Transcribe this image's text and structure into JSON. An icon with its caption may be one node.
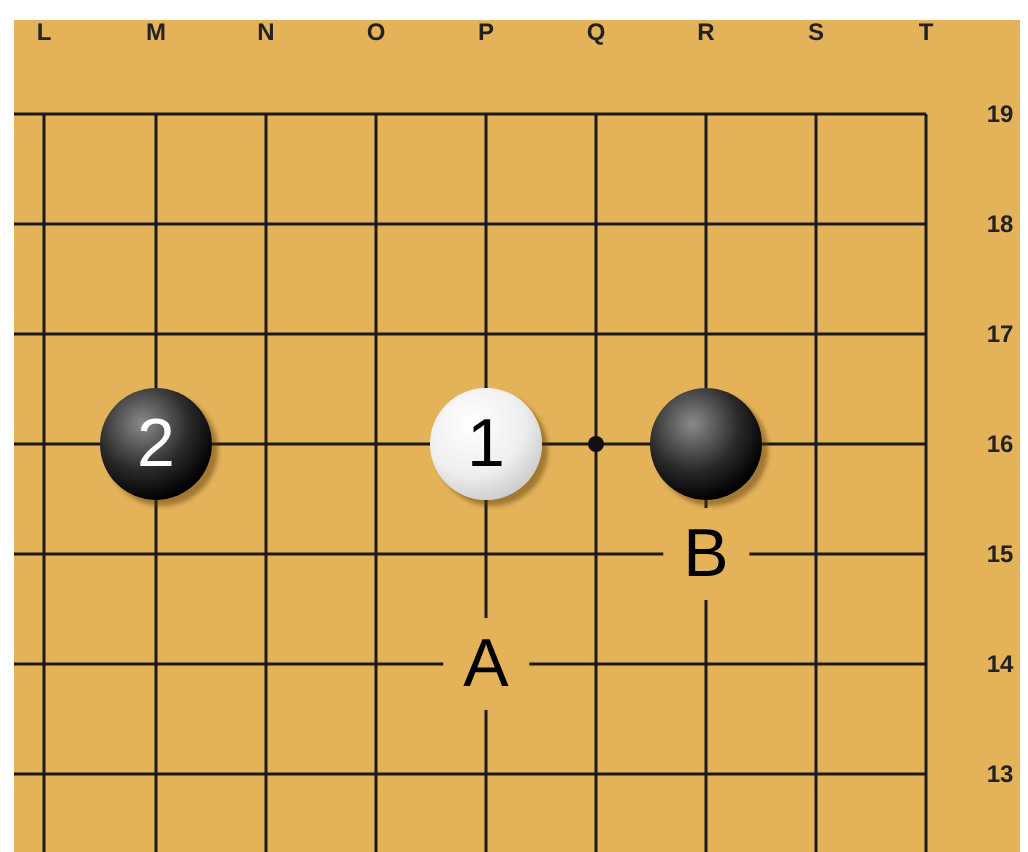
{
  "diagram": {
    "nodes": [
      {
        "text": [
          "2"
        ]
      },
      {
        "text": [
          "1"
        ]
      },
      {
        "text": [],
        "shape": "circle"
      }
    ],
    "edges": [],
    "labels": [
      "L",
      "M",
      "N",
      "O",
      "P",
      "Q",
      "R",
      "S",
      "T",
      "19",
      "18",
      "17",
      "16",
      "B",
      "15",
      "A",
      "14",
      "13"
    ]
  }
}
